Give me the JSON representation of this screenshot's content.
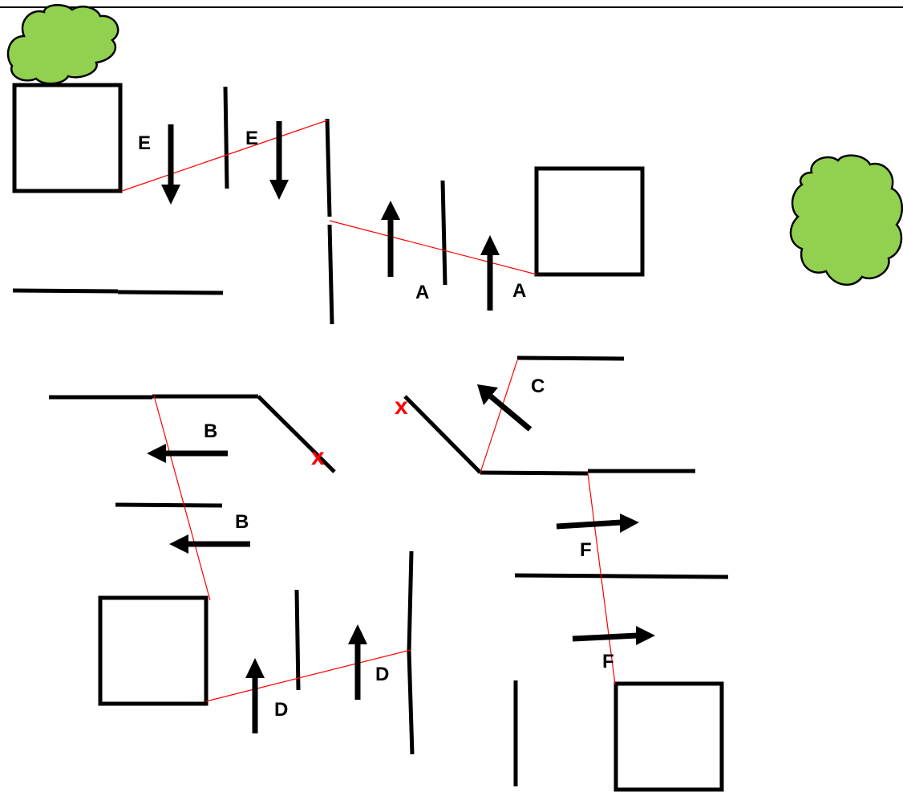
{
  "colors": {
    "wall": "#000000",
    "sight_line": "#ff0000",
    "blocked_mark": "#ff0000",
    "bush": "#92d050"
  },
  "icons": [
    "bush-icon",
    "arrow-icon",
    "x-mark-icon"
  ],
  "labels": {
    "E1": "E",
    "E2": "E",
    "A1": "A",
    "A2": "A",
    "B1": "B",
    "B2": "B",
    "C": "C",
    "D1": "D",
    "D2": "D",
    "F1": "F",
    "F2": "F",
    "X1": "x",
    "X2": "x"
  }
}
